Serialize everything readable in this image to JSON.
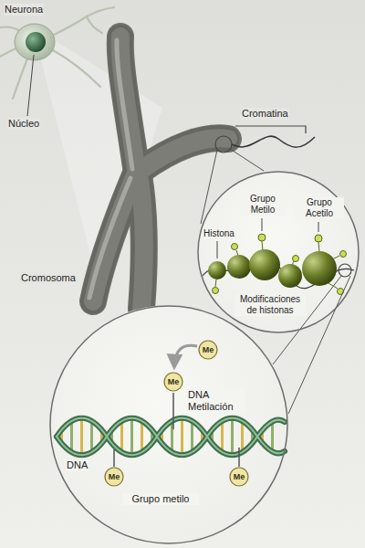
{
  "diagram": {
    "nodes": [
      {
        "text": [
          "Grupo Metilo",
          "Histona",
          "Grupo Acetilo",
          "Modificaciones de histonas"
        ]
      },
      {
        "text": [
          "DNA Metilación",
          "DNA",
          "Grupo metilo"
        ]
      },
      {
        "text": [
          "Me"
        ],
        "in": 1
      },
      {
        "text": [
          "Me"
        ],
        "in": 1
      },
      {
        "text": [
          "Me"
        ],
        "in": 1
      },
      {
        "text": [
          "Me"
        ],
        "in": 1
      }
    ],
    "labels": [
      "Neurona",
      "Núcleo",
      "Cromatina",
      "Cromosoma"
    ]
  }
}
